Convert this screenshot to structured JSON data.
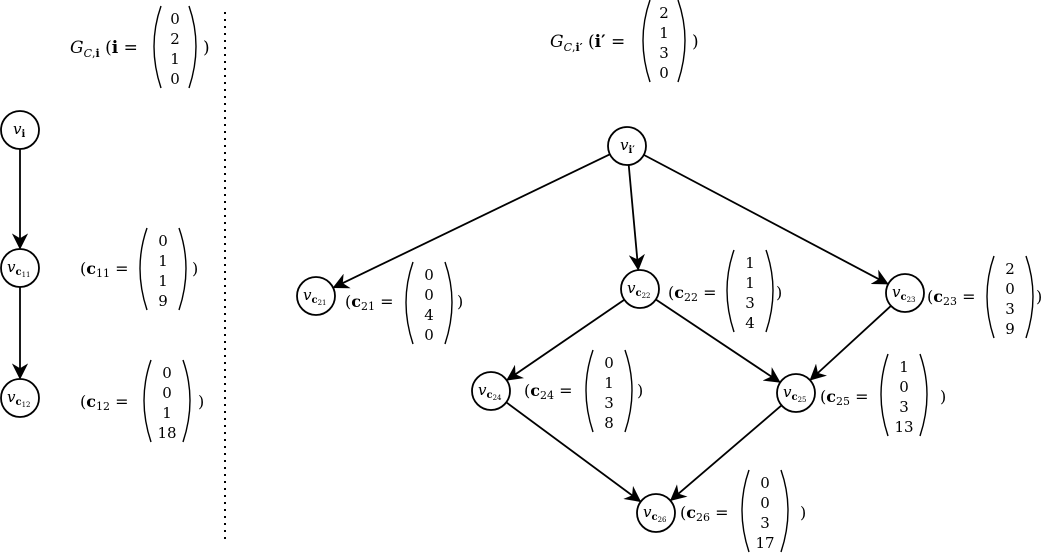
{
  "graphs": [
    {
      "label": {
        "G": "G",
        "sub_italic": "C",
        "sub_sep": ",",
        "sub_bold": "i",
        "var": "i",
        "eq": "=",
        "vector": [
          "0",
          "2",
          "1",
          "0"
        ]
      },
      "root": {
        "v": "v",
        "sub": "i"
      },
      "nodes": [
        {
          "id": "c11",
          "sub_bold": "c",
          "sub_index": "11",
          "vector": [
            "0",
            "1",
            "1",
            "9"
          ]
        },
        {
          "id": "c12",
          "sub_bold": "c",
          "sub_index": "12",
          "vector": [
            "0",
            "0",
            "1",
            "18"
          ]
        }
      ]
    },
    {
      "label": {
        "G": "G",
        "sub_italic": "C",
        "sub_sep": ",",
        "sub_bold": "i′",
        "var": "i′",
        "eq": "=",
        "vector": [
          "2",
          "1",
          "3",
          "0"
        ]
      },
      "root": {
        "v": "v",
        "sub": "i′"
      },
      "nodes": [
        {
          "id": "c21",
          "sub_bold": "c",
          "sub_index": "21",
          "vector": [
            "0",
            "0",
            "4",
            "0"
          ]
        },
        {
          "id": "c22",
          "sub_bold": "c",
          "sub_index": "22",
          "vector": [
            "1",
            "1",
            "3",
            "4"
          ]
        },
        {
          "id": "c23",
          "sub_bold": "c",
          "sub_index": "23",
          "vector": [
            "2",
            "0",
            "3",
            "9"
          ]
        },
        {
          "id": "c24",
          "sub_bold": "c",
          "sub_index": "24",
          "vector": [
            "0",
            "1",
            "3",
            "8"
          ]
        },
        {
          "id": "c25",
          "sub_bold": "c",
          "sub_index": "25",
          "vector": [
            "1",
            "0",
            "3",
            "13"
          ]
        },
        {
          "id": "c26",
          "sub_bold": "c",
          "sub_index": "26",
          "vector": [
            "0",
            "0",
            "3",
            "17"
          ]
        }
      ]
    }
  ],
  "edges": [
    [
      "root1",
      "c11"
    ],
    [
      "c11",
      "c12"
    ],
    [
      "root2",
      "c21"
    ],
    [
      "root2",
      "c22"
    ],
    [
      "root2",
      "c23"
    ],
    [
      "c22",
      "c24"
    ],
    [
      "c22",
      "c25"
    ],
    [
      "c23",
      "c25"
    ],
    [
      "c24",
      "c26"
    ],
    [
      "c25",
      "c26"
    ]
  ]
}
